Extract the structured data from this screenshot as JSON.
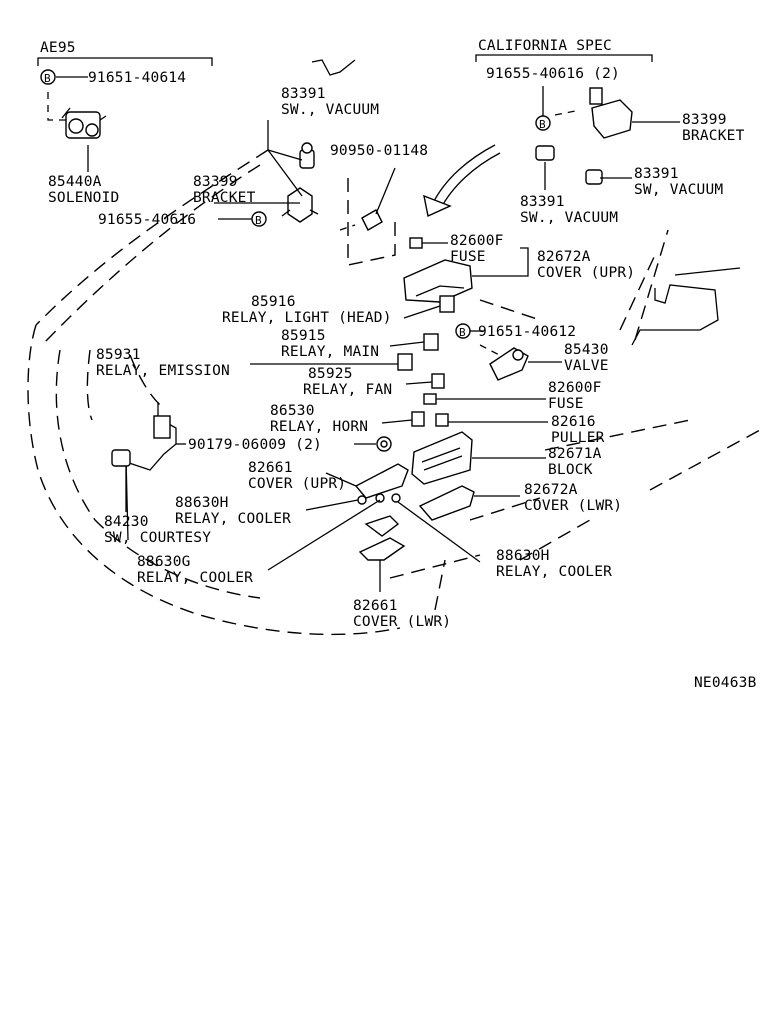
{
  "groups": {
    "ae95": "AE95",
    "california": "CALIFORNIA SPEC"
  },
  "labels": {
    "bolt_91651_40614": "91651-40614",
    "solenoid_num": "85440A",
    "solenoid_name": "SOLENOID",
    "vac_sw_main_num": "83391",
    "vac_sw_main_name": "SW., VACUUM",
    "bracket_main_num": "83399",
    "bracket_main_name": "BRACKET",
    "bolt_91655_40616_main": "91655-40616",
    "part_90950_01148": "90950-01148",
    "bolt_91655_40616_calif": "91655-40616 (2)",
    "bracket_calif_num": "83399",
    "bracket_calif_name": "BRACKET",
    "vac_sw_calif_r_num": "83391",
    "vac_sw_calif_r_name": "SW, VACUUM",
    "vac_sw_calif_l_num": "83391",
    "vac_sw_calif_l_name": "SW., VACUUM",
    "fuse_upper_num": "82600F",
    "fuse_upper_name": "FUSE",
    "cover_upr_r_num": "82672A",
    "cover_upr_r_name": "COVER (UPR)",
    "relay_head_num": "85916",
    "relay_head_name": "RELAY, LIGHT (HEAD)",
    "relay_main_num": "85915",
    "relay_main_name": "RELAY, MAIN",
    "bolt_91651_40612": "91651-40612",
    "relay_emission_num": "85931",
    "relay_emission_name": "RELAY, EMISSION",
    "valve_num": "85430",
    "valve_name": "VALVE",
    "relay_fan_num": "85925",
    "relay_fan_name": "RELAY, FAN",
    "fuse_lower_num": "82600F",
    "fuse_lower_name": "FUSE",
    "relay_horn_num": "86530",
    "relay_horn_name": "RELAY, HORN",
    "puller_num": "82616",
    "puller_name": "PULLER",
    "grommet_90179": "90179-06009 (2)",
    "block_num": "82671A",
    "block_name": "BLOCK",
    "cover_upr_l_num": "82661",
    "cover_upr_l_name": "COVER (UPR)",
    "cover_lwr_r_num": "82672A",
    "cover_lwr_r_name": "COVER (LWR)",
    "relay_cooler_h_l_num": "88630H",
    "relay_cooler_h_l_name": "RELAY, COOLER",
    "courtesy_num": "84230",
    "courtesy_name": "SW, COURTESY",
    "relay_cooler_g_num": "88630G",
    "relay_cooler_g_name": "RELAY, COOLER",
    "relay_cooler_h_r_num": "88630H",
    "relay_cooler_h_r_name": "RELAY, COOLER",
    "cover_lwr_l_num": "82661",
    "cover_lwr_l_name": "COVER (LWR)",
    "bolt_marker": "B",
    "figure_code": "NE0463B"
  }
}
